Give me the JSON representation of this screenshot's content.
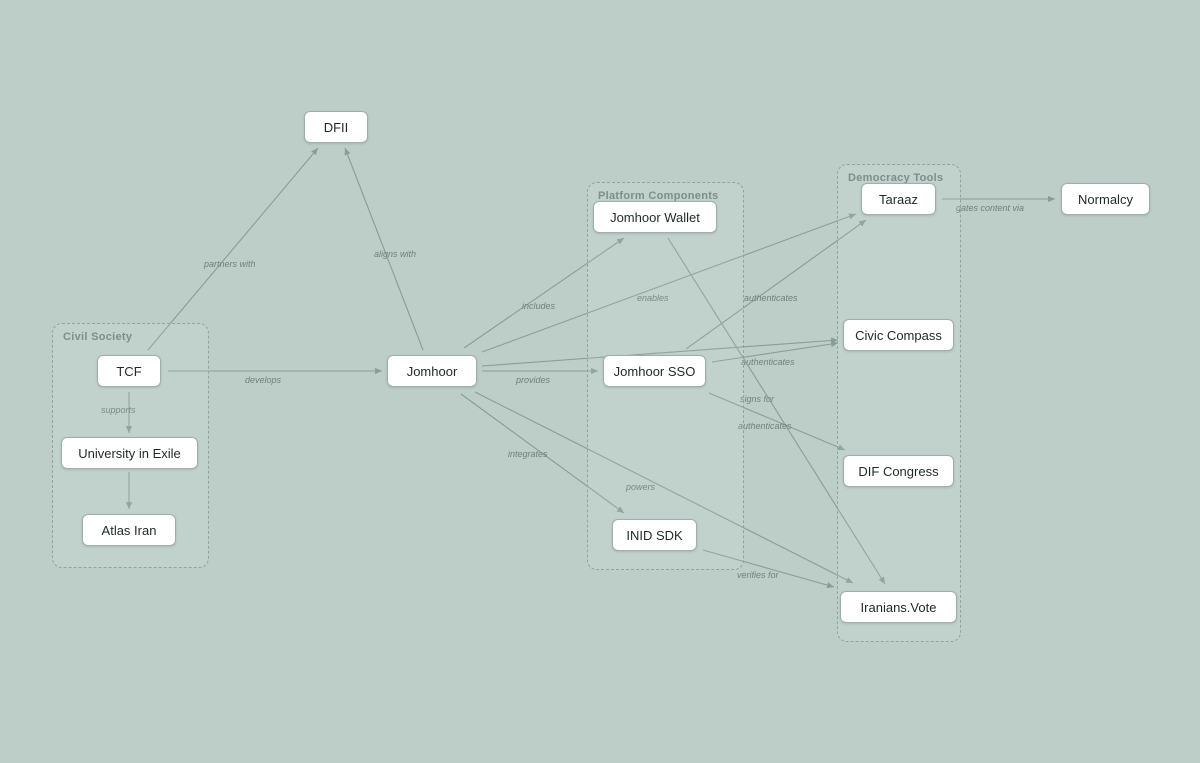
{
  "groups": {
    "civil_society": "Civil Society",
    "platform_components": "Platform Components",
    "democracy_tools": "Democracy Tools"
  },
  "nodes": {
    "dfii": "DFII",
    "tcf": "TCF",
    "university": "University in Exile",
    "atlas": "Atlas Iran",
    "jomhoor": "Jomhoor",
    "wallet": "Jomhoor Wallet",
    "sso": "Jomhoor SSO",
    "inid": "INID SDK",
    "taraaz": "Taraaz",
    "normalcy": "Normalcy",
    "civic": "Civic Compass",
    "dif": "DIF Congress",
    "vote": "Iranians.Vote"
  },
  "edges": {
    "partners_with": "partners with",
    "aligns_with": "aligns with",
    "develops": "develops",
    "supports": "supports",
    "includes": "includes",
    "enables": "enables",
    "provides": "provides",
    "integrates": "integrates",
    "powers": "powers",
    "authenticates_taraaz": "authenticates",
    "authenticates_civic": "authenticates",
    "signs_for": "signs for",
    "authenticates_vote": "authenticates",
    "verifies_for": "verifies for",
    "gates_content_via": "gates content via"
  }
}
